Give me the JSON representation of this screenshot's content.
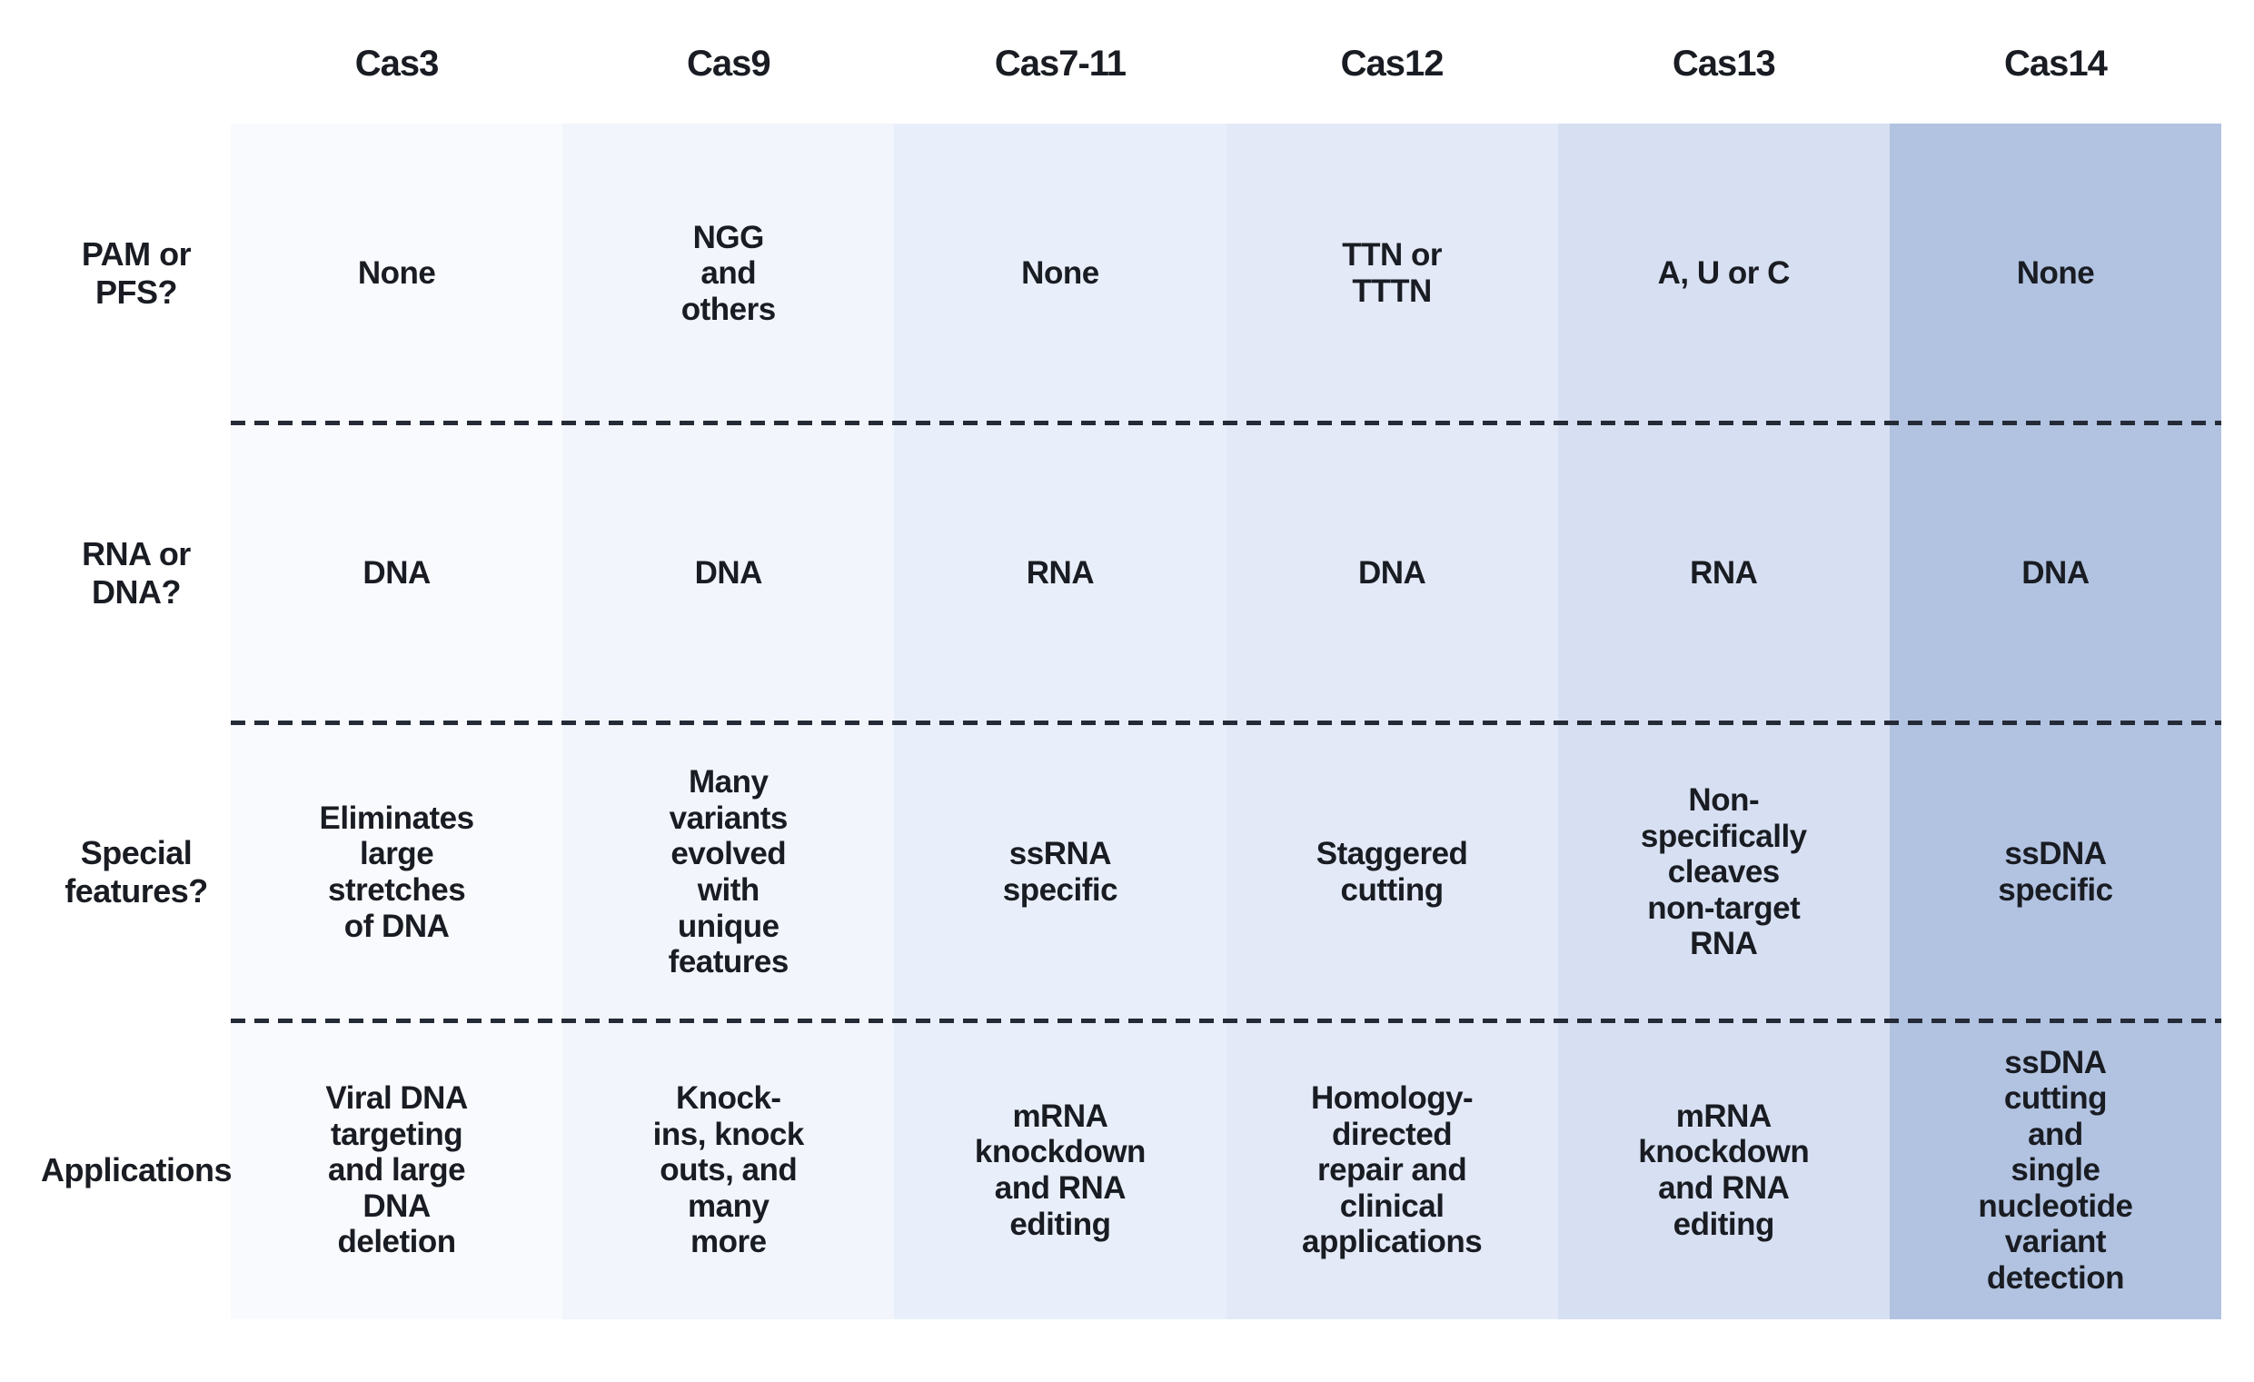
{
  "table": {
    "text_color": "#191c22",
    "dash_color": "#252b36",
    "columns": [
      {
        "label": "Cas3",
        "color": "#f8fafd"
      },
      {
        "label": "Cas9",
        "color": "#f2f5fb"
      },
      {
        "label": "Cas7-11",
        "color": "#e9effa"
      },
      {
        "label": "Cas12",
        "color": "#e3e9f7"
      },
      {
        "label": "Cas13",
        "color": "#d7e0f2"
      },
      {
        "label": "Cas14",
        "color": "#b2c3e1"
      }
    ],
    "rows": [
      {
        "label": "PAM or\nPFS?",
        "cells": [
          "None",
          "NGG\nand\nothers",
          "None",
          "TTN or\nTTTN",
          "A, U or C",
          "None"
        ]
      },
      {
        "label": "RNA or\nDNA?",
        "cells": [
          "DNA",
          "DNA",
          "RNA",
          "DNA",
          "RNA",
          "DNA"
        ]
      },
      {
        "label": "Special\nfeatures?",
        "cells": [
          "Eliminates\nlarge\nstretches\nof DNA",
          "Many\nvariants\nevolved\nwith\nunique\nfeatures",
          "ssRNA\nspecific",
          "Staggered\ncutting",
          "Non-\nspecifically\ncleaves\nnon-target\nRNA",
          "ssDNA\nspecific"
        ]
      },
      {
        "label": "Applications",
        "cells": [
          "Viral DNA\ntargeting\nand large\nDNA\ndeletion",
          "Knock-\nins, knock\nouts, and\nmany\nmore",
          "mRNA\nknockdown\nand RNA\nediting",
          "Homology-\ndirected\nrepair and\nclinical\napplications",
          "mRNA\nknockdown\nand RNA\nediting",
          "ssDNA\ncutting\nand\nsingle\nnucleotide\nvariant\ndetection"
        ]
      }
    ]
  }
}
